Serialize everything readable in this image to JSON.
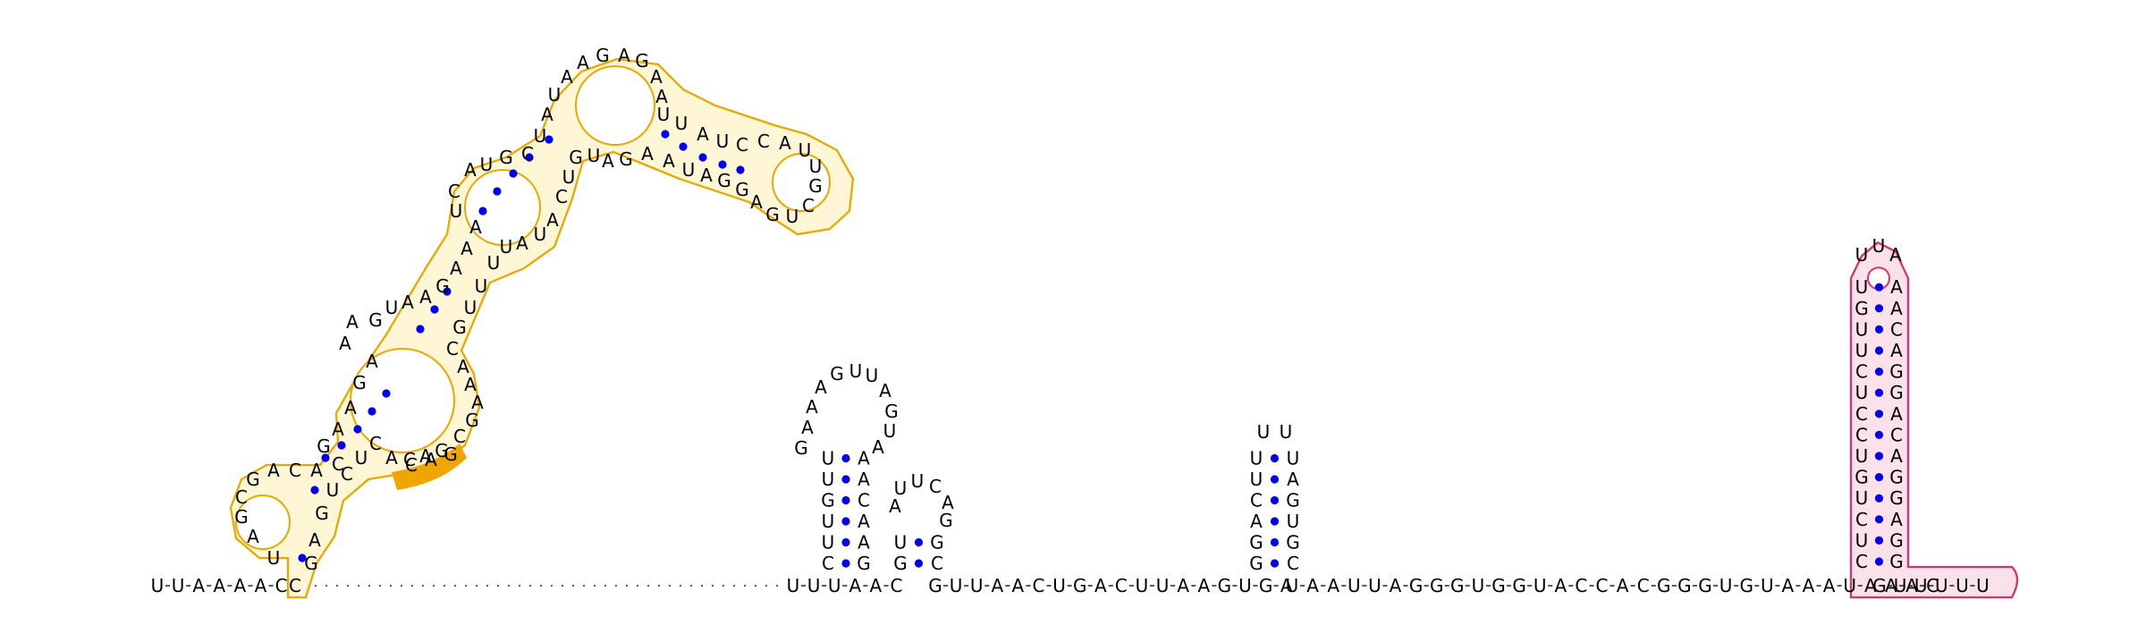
{
  "diagram": {
    "type": "rna-secondary-structure",
    "colors": {
      "outline_orange": "#e8a800",
      "fill_orange": "#fff6d6",
      "highlight_orange": "#f0a500",
      "outline_pink": "#d4336e",
      "fill_pink": "#fbe1ea",
      "pair_dot": "#0000ee",
      "backbone": "#000000"
    },
    "baseline": {
      "left": [
        "U",
        "U",
        "A",
        "A",
        "A",
        "A",
        "C"
      ],
      "mid": [
        "U",
        "U",
        "U",
        "A",
        "A",
        "C"
      ],
      "run1": [
        "G",
        "U",
        "U",
        "A",
        "A",
        "C",
        "U",
        "G",
        "A",
        "C",
        "U",
        "U",
        "A",
        "A",
        "G",
        "U",
        "G",
        "A"
      ],
      "run2": [
        "U",
        "A",
        "A",
        "U",
        "U",
        "A",
        "G",
        "G",
        "G",
        "U",
        "G",
        "G",
        "U",
        "A",
        "C",
        "C",
        "A",
        "C",
        "G",
        "G",
        "G",
        "U",
        "G",
        "U",
        "A",
        "A",
        "A",
        "U",
        "A",
        "A",
        "A",
        "C"
      ],
      "tail": [
        "G",
        "U",
        "U",
        "U",
        "U",
        "U"
      ]
    },
    "hairpin1": {
      "left": [
        "C",
        "U",
        "U",
        "G",
        "U",
        "U"
      ],
      "right": [
        "G",
        "A",
        "A",
        "C",
        "A",
        "A"
      ],
      "loop": [
        "G",
        "A",
        "A",
        "A",
        "G",
        "U",
        "U",
        "A",
        "G",
        "U",
        "A"
      ]
    },
    "hairpin2": {
      "left": [
        "G",
        "U"
      ],
      "right": [
        "C",
        "G"
      ],
      "loop": [
        "A",
        "U",
        "U",
        "C",
        "A",
        "G"
      ]
    },
    "hairpin3": {
      "left": [
        "G",
        "G",
        "A",
        "C",
        "U",
        "U"
      ],
      "right": [
        "C",
        "G",
        "U",
        "G",
        "A",
        "U"
      ],
      "loop": [
        "U",
        "U"
      ]
    },
    "pink_helix": {
      "left": [
        "C",
        "U",
        "C",
        "U",
        "G",
        "U",
        "C",
        "C",
        "U",
        "C",
        "U",
        "U",
        "G",
        "U"
      ],
      "right": [
        "G",
        "G",
        "A",
        "G",
        "G",
        "A",
        "C",
        "A",
        "G",
        "G",
        "A",
        "C",
        "A",
        "A"
      ],
      "loop": [
        "U",
        "U",
        "A"
      ]
    },
    "orange_domain": {
      "bases": [
        {
          "t": "C"
        },
        {
          "t": "U"
        },
        {
          "t": "A"
        },
        {
          "t": "G"
        },
        {
          "t": "C"
        },
        {
          "t": "G"
        },
        {
          "t": "A"
        },
        {
          "t": "C"
        },
        {
          "t": "A"
        },
        {
          "t": "C"
        },
        {
          "t": "G"
        },
        {
          "t": "A"
        },
        {
          "t": "A"
        },
        {
          "t": "G"
        },
        {
          "t": "A"
        },
        {
          "t": "A"
        },
        {
          "t": "A"
        },
        {
          "t": "G"
        },
        {
          "t": "U"
        },
        {
          "t": "A"
        },
        {
          "t": "A"
        },
        {
          "t": "G"
        },
        {
          "t": "A"
        },
        {
          "t": "A"
        },
        {
          "t": "A"
        },
        {
          "t": "U"
        },
        {
          "t": "C"
        },
        {
          "t": "A"
        },
        {
          "t": "U"
        },
        {
          "t": "G"
        },
        {
          "t": "C"
        },
        {
          "t": "U"
        },
        {
          "t": "A"
        },
        {
          "t": "U"
        },
        {
          "t": "A"
        },
        {
          "t": "A"
        },
        {
          "t": "G"
        },
        {
          "t": "A"
        },
        {
          "t": "G"
        },
        {
          "t": "A"
        },
        {
          "t": "A"
        },
        {
          "t": "U"
        },
        {
          "t": "U"
        },
        {
          "t": "A"
        },
        {
          "t": "U"
        },
        {
          "t": "C"
        },
        {
          "t": "C"
        },
        {
          "t": "A"
        },
        {
          "t": "U"
        },
        {
          "t": "U"
        },
        {
          "t": "G"
        },
        {
          "t": "C"
        },
        {
          "t": "U"
        },
        {
          "t": "G"
        },
        {
          "t": "A"
        },
        {
          "t": "G"
        },
        {
          "t": "G"
        },
        {
          "t": "A"
        },
        {
          "t": "U"
        },
        {
          "t": "A"
        },
        {
          "t": "A"
        },
        {
          "t": "G"
        },
        {
          "t": "A"
        },
        {
          "t": "U"
        },
        {
          "t": "G"
        },
        {
          "t": "U"
        },
        {
          "t": "C"
        },
        {
          "t": "A"
        },
        {
          "t": "U"
        },
        {
          "t": "A"
        },
        {
          "t": "U"
        },
        {
          "t": "U"
        },
        {
          "t": "U"
        },
        {
          "t": "U"
        },
        {
          "t": "G"
        },
        {
          "t": "C"
        },
        {
          "t": "A"
        },
        {
          "t": "A"
        },
        {
          "t": "A"
        },
        {
          "t": "G"
        },
        {
          "t": "C"
        },
        {
          "t": "G"
        },
        {
          "t": "A"
        },
        {
          "t": "C"
        },
        {
          "t": "A"
        },
        {
          "t": "C"
        },
        {
          "t": "U"
        },
        {
          "t": "C"
        },
        {
          "t": "U"
        },
        {
          "t": "G"
        },
        {
          "t": "A"
        },
        {
          "t": "G"
        }
      ]
    },
    "highlight": [
      "C",
      "A",
      "G"
    ]
  }
}
